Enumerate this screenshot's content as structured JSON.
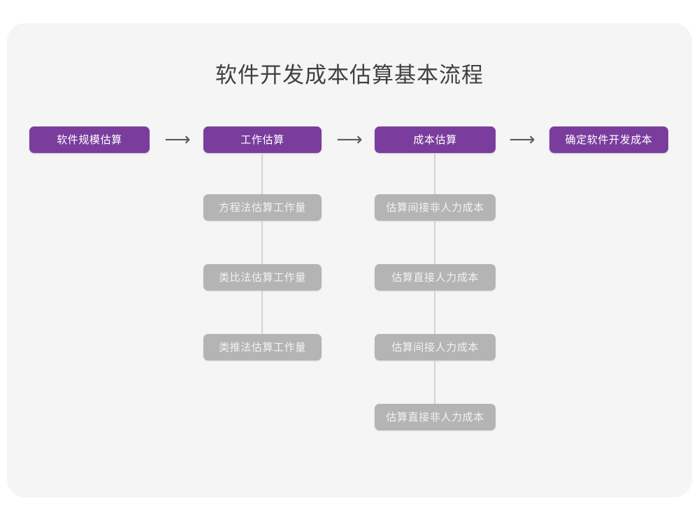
{
  "diagram": {
    "title": "软件开发成本估算基本流程",
    "arrow_glyph": "⟶",
    "colors": {
      "page_background": "#ffffff",
      "card_background": "#f5f5f5",
      "primary_node": "#7a3d9e",
      "primary_node_text": "#ffffff",
      "secondary_node": "#b4b4b4",
      "secondary_node_text": "#f2f2f2",
      "connector": "#d2d2d2",
      "arrow": "#5a5a5a",
      "title_text": "#404040"
    },
    "main_flow": [
      {
        "label": "软件规模估算"
      },
      {
        "label": "工作估算"
      },
      {
        "label": "成本估算"
      },
      {
        "label": "确定软件开发成本"
      }
    ],
    "arrows": [
      {
        "glyph": "⟶"
      },
      {
        "glyph": "⟶"
      },
      {
        "glyph": "⟶"
      }
    ],
    "branches": {
      "effort_estimation": [
        {
          "label": "方程法估算工作量"
        },
        {
          "label": "类比法估算工作量"
        },
        {
          "label": "类推法估算工作量"
        }
      ],
      "cost_estimation": [
        {
          "label": "估算间接非人力成本"
        },
        {
          "label": "估算直接人力成本"
        },
        {
          "label": "估算间接人力成本"
        },
        {
          "label": "估算直接非人力成本"
        }
      ]
    }
  }
}
